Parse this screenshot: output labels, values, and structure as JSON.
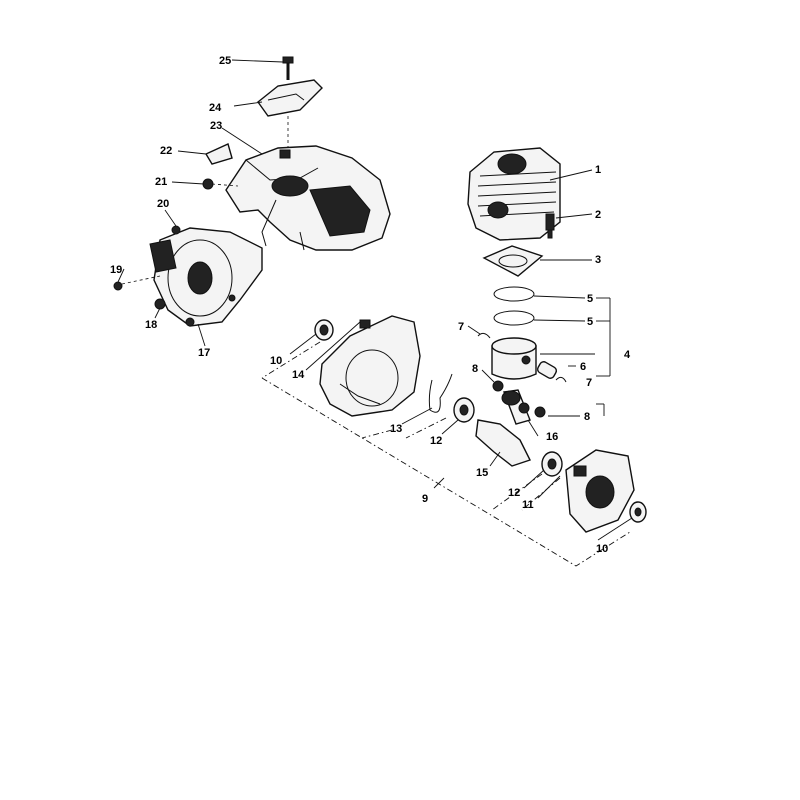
{
  "diagram": {
    "callouts": [
      {
        "id": "c1",
        "text": "1"
      },
      {
        "id": "c2",
        "text": "2"
      },
      {
        "id": "c3",
        "text": "3"
      },
      {
        "id": "c4",
        "text": "4"
      },
      {
        "id": "c5a",
        "text": "5"
      },
      {
        "id": "c5b",
        "text": "5"
      },
      {
        "id": "c6",
        "text": "6"
      },
      {
        "id": "c7a",
        "text": "7"
      },
      {
        "id": "c7b",
        "text": "7"
      },
      {
        "id": "c8a",
        "text": "8"
      },
      {
        "id": "c8b",
        "text": "8"
      },
      {
        "id": "c9",
        "text": "9"
      },
      {
        "id": "c10a",
        "text": "10"
      },
      {
        "id": "c10b",
        "text": "10"
      },
      {
        "id": "c11",
        "text": "11"
      },
      {
        "id": "c12a",
        "text": "12"
      },
      {
        "id": "c12b",
        "text": "12"
      },
      {
        "id": "c13",
        "text": "13"
      },
      {
        "id": "c14",
        "text": "14"
      },
      {
        "id": "c15",
        "text": "15"
      },
      {
        "id": "c16",
        "text": "16"
      },
      {
        "id": "c17",
        "text": "17"
      },
      {
        "id": "c18",
        "text": "18"
      },
      {
        "id": "c19",
        "text": "19"
      },
      {
        "id": "c20",
        "text": "20"
      },
      {
        "id": "c21",
        "text": "21"
      },
      {
        "id": "c22",
        "text": "22"
      },
      {
        "id": "c23",
        "text": "23"
      },
      {
        "id": "c24",
        "text": "24"
      },
      {
        "id": "c25",
        "text": "25"
      }
    ]
  }
}
